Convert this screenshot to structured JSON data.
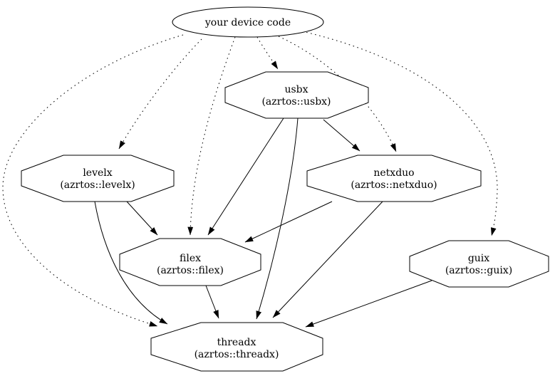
{
  "nodes": {
    "device_code": {
      "label": "your device code",
      "shape": "ellipse"
    },
    "usbx": {
      "label": "usbx",
      "sublabel": "(azrtos::usbx)",
      "shape": "octagon"
    },
    "levelx": {
      "label": "levelx",
      "sublabel": "(azrtos::levelx)",
      "shape": "octagon"
    },
    "netxduo": {
      "label": "netxduo",
      "sublabel": "(azrtos::netxduo)",
      "shape": "octagon"
    },
    "filex": {
      "label": "filex",
      "sublabel": "(azrtos::filex)",
      "shape": "octagon"
    },
    "guix": {
      "label": "guix",
      "sublabel": "(azrtos::guix)",
      "shape": "octagon"
    },
    "threadx": {
      "label": "threadx",
      "sublabel": "(azrtos::threadx)",
      "shape": "octagon"
    }
  },
  "edges": [
    {
      "from": "your device code",
      "to": "usbx",
      "style": "dotted"
    },
    {
      "from": "your device code",
      "to": "levelx",
      "style": "dotted"
    },
    {
      "from": "your device code",
      "to": "filex",
      "style": "dotted"
    },
    {
      "from": "your device code",
      "to": "netxduo",
      "style": "dotted"
    },
    {
      "from": "your device code",
      "to": "guix",
      "style": "dotted"
    },
    {
      "from": "your device code",
      "to": "threadx",
      "style": "dotted"
    },
    {
      "from": "usbx",
      "to": "netxduo",
      "style": "solid"
    },
    {
      "from": "usbx",
      "to": "filex",
      "style": "solid"
    },
    {
      "from": "usbx",
      "to": "threadx",
      "style": "solid"
    },
    {
      "from": "levelx",
      "to": "filex",
      "style": "solid"
    },
    {
      "from": "levelx",
      "to": "threadx",
      "style": "solid"
    },
    {
      "from": "netxduo",
      "to": "filex",
      "style": "solid"
    },
    {
      "from": "netxduo",
      "to": "threadx",
      "style": "solid"
    },
    {
      "from": "filex",
      "to": "threadx",
      "style": "solid"
    },
    {
      "from": "guix",
      "to": "threadx",
      "style": "solid"
    }
  ],
  "colors": {
    "background": "#ffffff",
    "stroke": "#000000",
    "text": "#000000"
  }
}
